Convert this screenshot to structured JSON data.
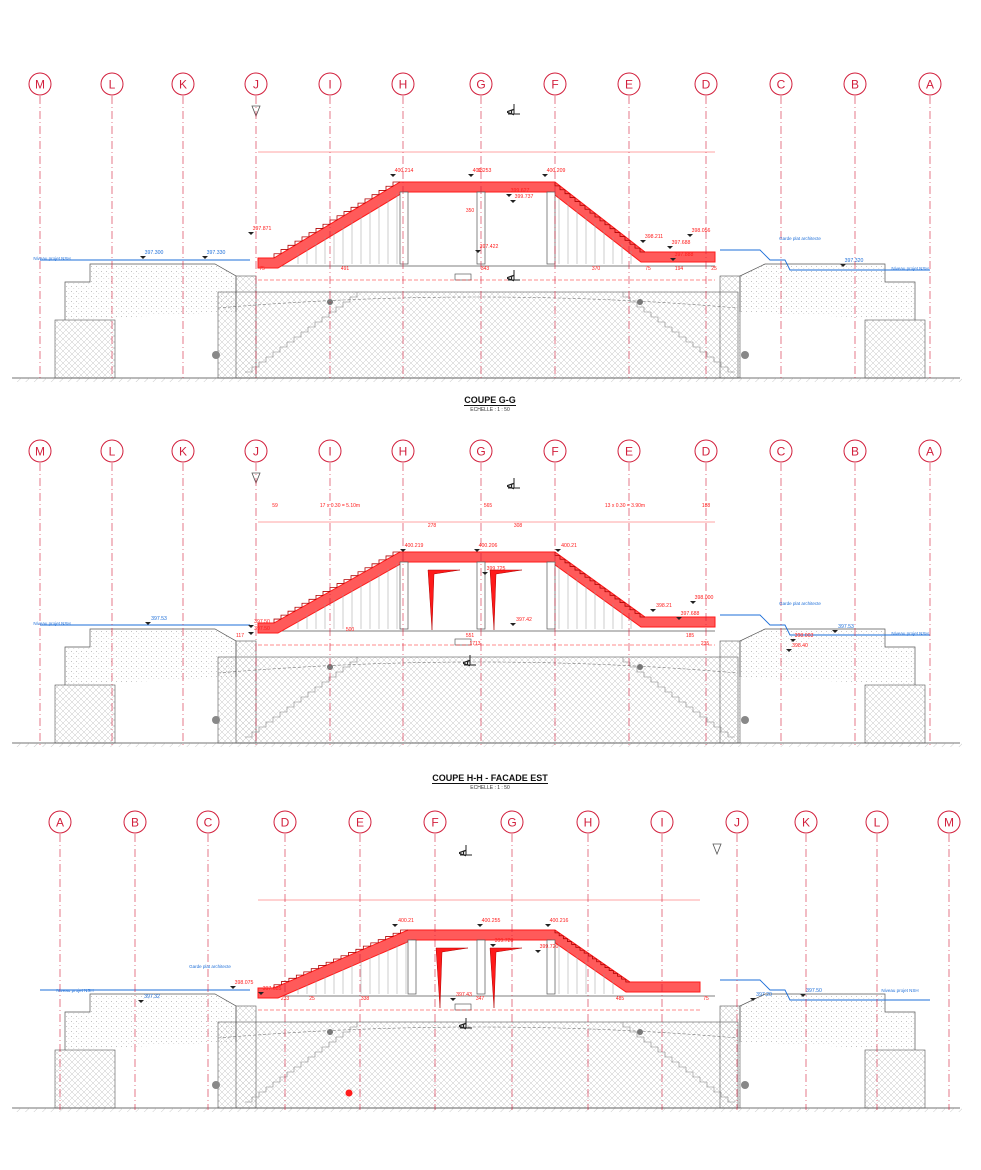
{
  "colors": {
    "grid": "#d21f3c",
    "cut": "#ff1a1a",
    "cutFill": "#ff5a5a",
    "water": "#1e6fd9",
    "line": "#333333",
    "hatch": "#9a9a9a"
  },
  "sections": [
    {
      "id": "coupe-f-f",
      "axes": [
        "M",
        "L",
        "K",
        "J",
        "I",
        "H",
        "G",
        "F",
        "E",
        "D",
        "C",
        "B",
        "A"
      ],
      "title": "",
      "scale": "",
      "levels": [
        {
          "v": "397.300"
        },
        {
          "v": "397.330"
        },
        {
          "v": "397.871"
        },
        {
          "v": "400.214"
        },
        {
          "v": "400.253"
        },
        {
          "v": "400.209"
        },
        {
          "v": "398.211"
        },
        {
          "v": "397.688"
        },
        {
          "v": "397.888"
        },
        {
          "v": "398.056"
        },
        {
          "v": "397.320"
        },
        {
          "v": "397.422"
        },
        {
          "v": "399.627"
        },
        {
          "v": "399.737"
        }
      ],
      "dims": [
        "75",
        "491",
        "343",
        "370",
        "75",
        "194",
        "25",
        "350",
        "33"
      ],
      "notes": [
        "Niveau projet NSH",
        "Niveau projet NSH",
        "Garde plat architecte"
      ]
    },
    {
      "id": "coupe-g-g",
      "axes": [
        "M",
        "L",
        "K",
        "J",
        "I",
        "H",
        "G",
        "F",
        "E",
        "D",
        "C",
        "B",
        "A"
      ],
      "title": "COUPE G-G",
      "scale": "ECHELLE : 1 : 50",
      "levels": [
        {
          "v": "397.53"
        },
        {
          "v": "397.50"
        },
        {
          "v": "397.50"
        },
        {
          "v": "400.219"
        },
        {
          "v": "400.206"
        },
        {
          "v": "400.21"
        },
        {
          "v": "398.21"
        },
        {
          "v": "397.688"
        },
        {
          "v": "398.000"
        },
        {
          "v": "397.53"
        },
        {
          "v": "398.003"
        },
        {
          "v": "398.40"
        },
        {
          "v": "397.42"
        },
        {
          "v": "399.725"
        }
      ],
      "dims": [
        "59",
        "17 x 0.30 = 5.10m",
        "565",
        "13 x 0.30 = 3.90m",
        "188",
        "278",
        "308",
        "117",
        "500",
        "551",
        "1713",
        "185",
        "235"
      ],
      "notes": [
        "Niveau projet NSH",
        "Niveau projet NSH",
        "Garde plat architecte"
      ]
    },
    {
      "id": "coupe-h-h",
      "axes": [
        "A",
        "B",
        "C",
        "D",
        "E",
        "F",
        "G",
        "H",
        "I",
        "J",
        "K",
        "L",
        "M"
      ],
      "title": "COUPE H-H  -  FACADE EST",
      "scale": "ECHELLE : 1 : 50",
      "levels": [
        {
          "v": "397.32"
        },
        {
          "v": "398.075"
        },
        {
          "v": "397.685"
        },
        {
          "v": "400.21"
        },
        {
          "v": "400.255"
        },
        {
          "v": "400.216"
        },
        {
          "v": "397.43"
        },
        {
          "v": "397.20"
        },
        {
          "v": "397.50"
        },
        {
          "v": "399.720"
        },
        {
          "v": "399.720"
        }
      ],
      "dims": [
        "233",
        "25",
        "338",
        "347",
        "485",
        "75"
      ],
      "notes": [
        "Niveau projet NSH",
        "Niveau projet NSH",
        "Garde plat architecte"
      ]
    }
  ]
}
